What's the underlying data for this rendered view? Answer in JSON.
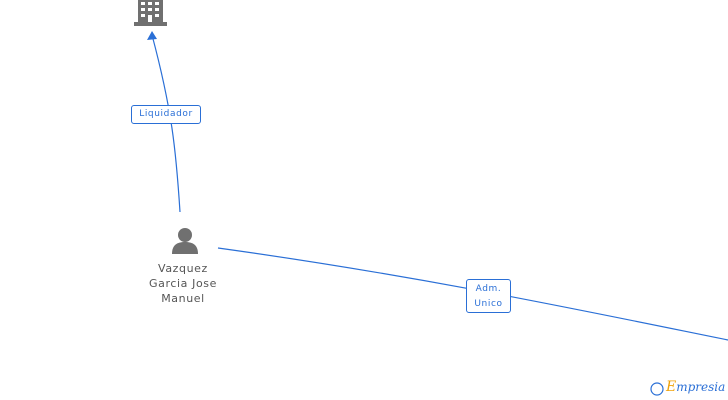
{
  "nodes": {
    "company": {
      "icon": "building-icon"
    },
    "person": {
      "icon": "person-icon",
      "name_lines": [
        "Vazquez",
        "Garcia Jose",
        "Manuel"
      ]
    }
  },
  "edges": {
    "liquidador": {
      "label": "Liquidador"
    },
    "adm_unico": {
      "label_lines": [
        "Adm.",
        "Unico"
      ]
    }
  },
  "footer": {
    "copyright_symbol": "©",
    "brand_first": "E",
    "brand_rest": "mpresia"
  },
  "colors": {
    "edge": "#2a6fd6",
    "icon": "#707070",
    "brand_accent": "#f0a30a"
  }
}
